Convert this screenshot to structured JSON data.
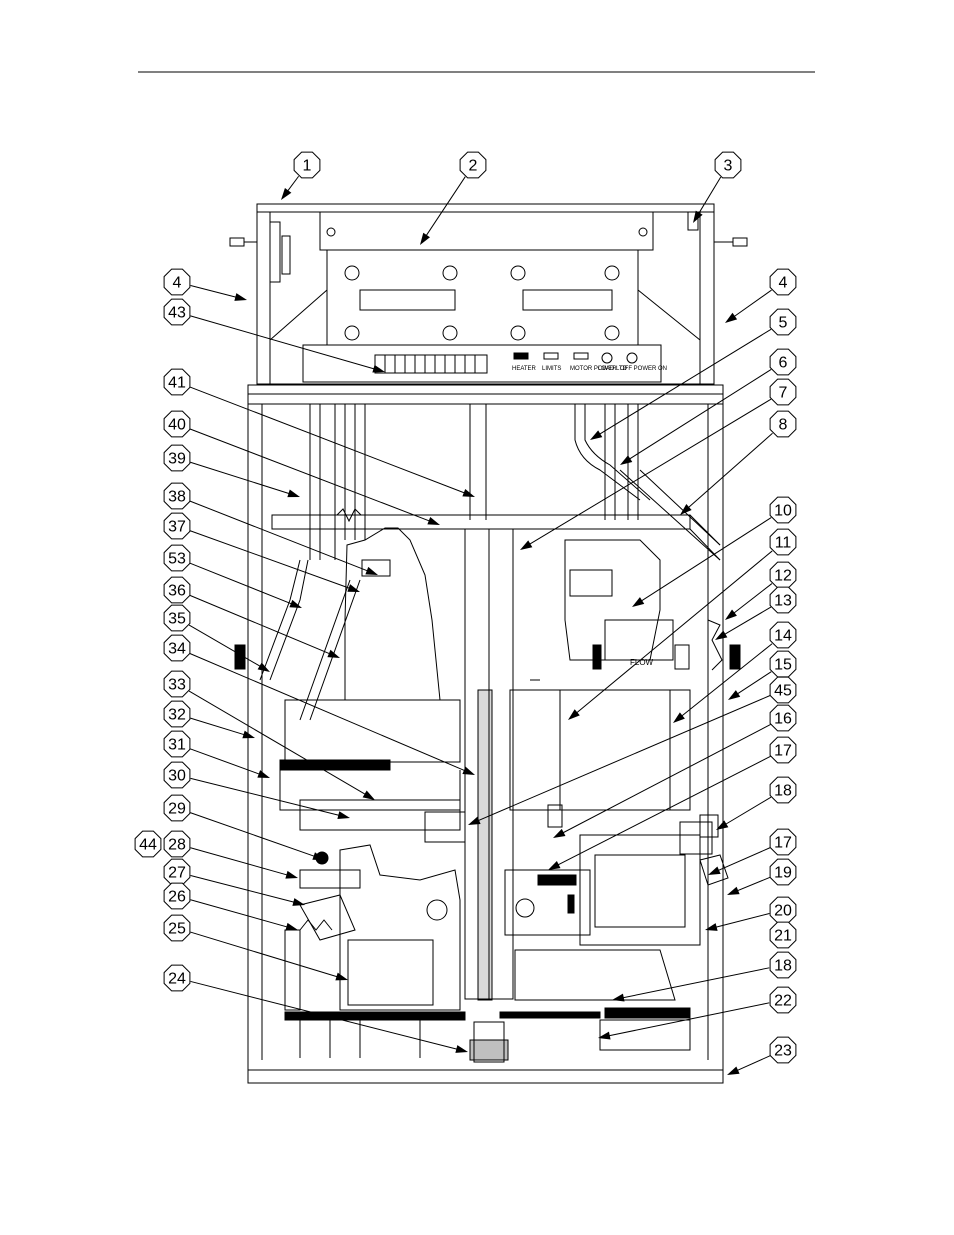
{
  "diagram": {
    "callouts": [
      {
        "id": "c1",
        "label": "1"
      },
      {
        "id": "c2",
        "label": "2"
      },
      {
        "id": "c3",
        "label": "3"
      },
      {
        "id": "c4a",
        "label": "4"
      },
      {
        "id": "c4b",
        "label": "4"
      },
      {
        "id": "c43",
        "label": "43"
      },
      {
        "id": "c5",
        "label": "5"
      },
      {
        "id": "c6",
        "label": "6"
      },
      {
        "id": "c41",
        "label": "41"
      },
      {
        "id": "c7",
        "label": "7"
      },
      {
        "id": "c40",
        "label": "40"
      },
      {
        "id": "c8",
        "label": "8"
      },
      {
        "id": "c39",
        "label": "39"
      },
      {
        "id": "c38",
        "label": "38"
      },
      {
        "id": "c10",
        "label": "10"
      },
      {
        "id": "c37",
        "label": "37"
      },
      {
        "id": "c11",
        "label": "11"
      },
      {
        "id": "c53",
        "label": "53"
      },
      {
        "id": "c12",
        "label": "12"
      },
      {
        "id": "c36",
        "label": "36"
      },
      {
        "id": "c13",
        "label": "13"
      },
      {
        "id": "c35",
        "label": "35"
      },
      {
        "id": "c14",
        "label": "14"
      },
      {
        "id": "c34",
        "label": "34"
      },
      {
        "id": "c15",
        "label": "15"
      },
      {
        "id": "c33",
        "label": "33"
      },
      {
        "id": "c45",
        "label": "45"
      },
      {
        "id": "c32",
        "label": "32"
      },
      {
        "id": "c16",
        "label": "16"
      },
      {
        "id": "c31",
        "label": "31"
      },
      {
        "id": "c17a",
        "label": "17"
      },
      {
        "id": "c30",
        "label": "30"
      },
      {
        "id": "c18a",
        "label": "18"
      },
      {
        "id": "c29",
        "label": "29"
      },
      {
        "id": "c44",
        "label": "44"
      },
      {
        "id": "c28",
        "label": "28"
      },
      {
        "id": "c17b",
        "label": "17"
      },
      {
        "id": "c27",
        "label": "27"
      },
      {
        "id": "c19",
        "label": "19"
      },
      {
        "id": "c26",
        "label": "26"
      },
      {
        "id": "c20",
        "label": "20"
      },
      {
        "id": "c21",
        "label": "21"
      },
      {
        "id": "c25",
        "label": "25"
      },
      {
        "id": "c18b",
        "label": "18"
      },
      {
        "id": "c24",
        "label": "24"
      },
      {
        "id": "c22",
        "label": "22"
      },
      {
        "id": "c23",
        "label": "23"
      }
    ],
    "flow_label": "FLOW",
    "panel_labels": [
      "HEATER",
      "LIMITS",
      "MOTOR POWER",
      "LOAD LTD",
      "OFF POWER ON"
    ],
    "line_color": "#000000"
  }
}
